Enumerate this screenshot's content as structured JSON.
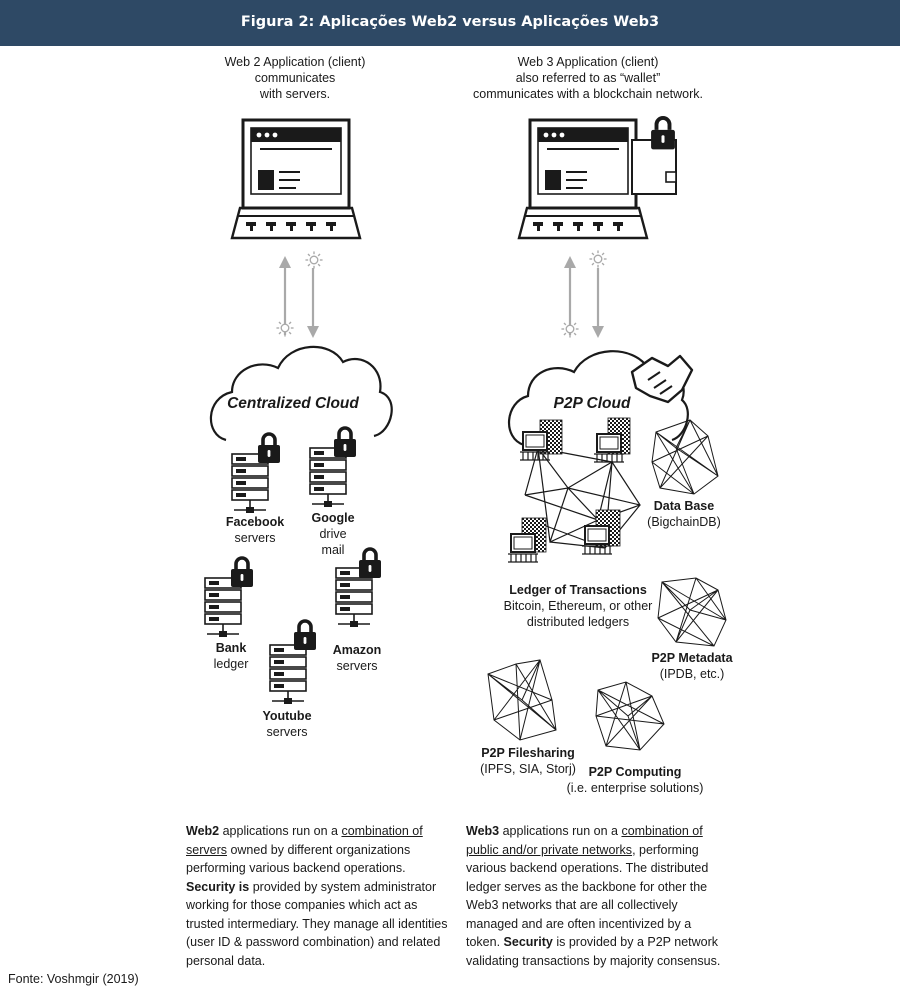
{
  "figure_title": "Figura 2: Aplicações Web2 versus Aplicações Web3",
  "web2": {
    "client_line1": "Web 2 Application (client)",
    "client_line2": "communicates",
    "client_line3": "with servers.",
    "cloud_label": "Centralized Cloud",
    "facebook": {
      "name": "Facebook",
      "sub": "servers"
    },
    "google": {
      "name": "Google",
      "sub1": "drive",
      "sub2": "mail"
    },
    "bank": {
      "name": "Bank",
      "sub": "ledger"
    },
    "amazon": {
      "name": "Amazon",
      "sub": "servers"
    },
    "youtube": {
      "name": "Youtube",
      "sub": "servers"
    },
    "desc": {
      "p1_bold": "Web2",
      "p1_a": " applications run on a ",
      "p1_u": "combination of servers",
      "p1_b": " owned by different organizations performing various backend operations.",
      "p2_bold": "Security is",
      "p2_rest": " provided by system administrator working for those companies which act as trusted intermediary. They manage all identities (user ID & password combination) and related personal data."
    }
  },
  "web3": {
    "client_line1": "Web 3 Application (client)",
    "client_line2": "also referred to as “wallet”",
    "client_line3": "communicates with a blockchain network.",
    "cloud_label": "P2P Cloud",
    "database": {
      "name": "Data Base",
      "sub": "(BigchainDB)"
    },
    "ledger": {
      "name": "Ledger of Transactions",
      "sub1": "Bitcoin, Ethereum, or other",
      "sub2": "distributed ledgers"
    },
    "metadata": {
      "name": "P2P Metadata",
      "sub": "(IPDB, etc.)"
    },
    "filesharing": {
      "name": "P2P Filesharing",
      "sub": "(IPFS, SIA, Storj)"
    },
    "computing": {
      "name": "P2P Computing",
      "sub": "(i.e. enterprise solutions)"
    },
    "desc": {
      "bold1": "Web3",
      "a": " applications run on a ",
      "u": "combination of public and/or private networks",
      "b": ", performing various backend operations. The distributed ledger serves as the backbone for other the Web3 networks that are all collectively managed and are often incentivized by a token. ",
      "bold2": "Security",
      "c": " is provided by a P2P network validating transactions by majority consensus."
    }
  },
  "source_note": "Fonte: Voshmgir (2019)",
  "colors": {
    "banner": "#2e4965",
    "ink": "#1a1a1a",
    "arrow": "#a9a9a9"
  }
}
